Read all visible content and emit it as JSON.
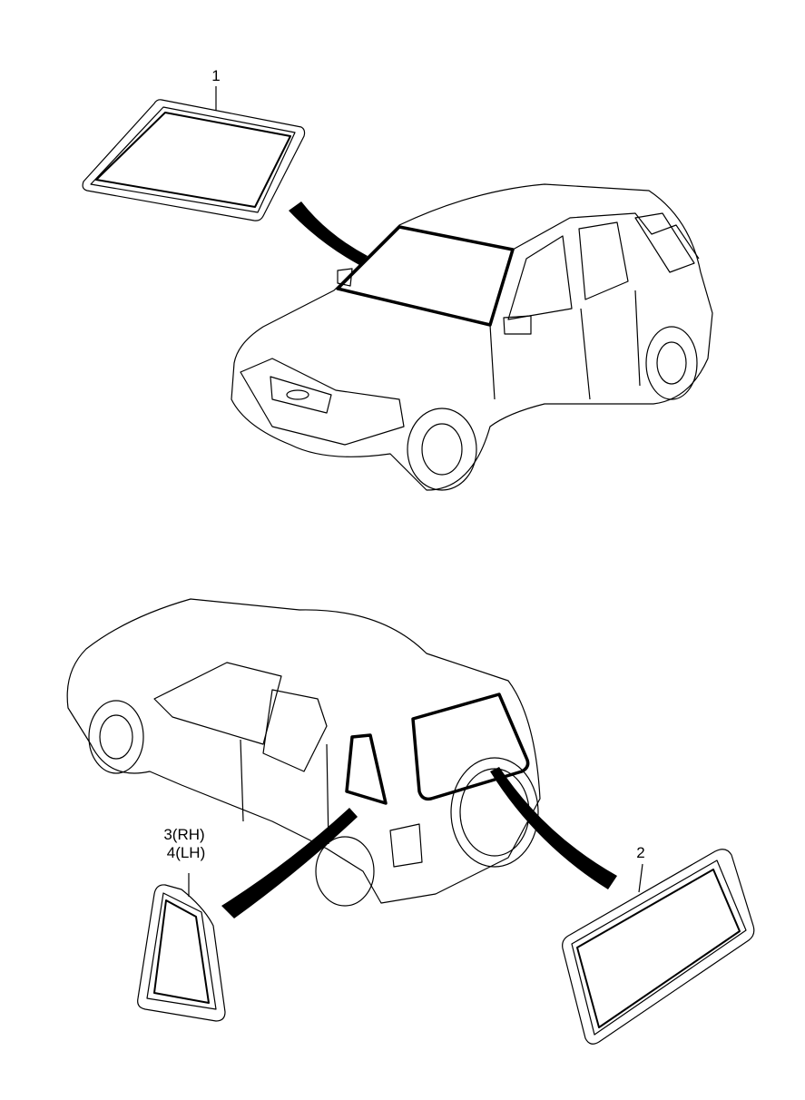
{
  "callouts": {
    "part1": "1",
    "part2": "2",
    "part3": "3(RH)",
    "part4": "4(LH)"
  }
}
